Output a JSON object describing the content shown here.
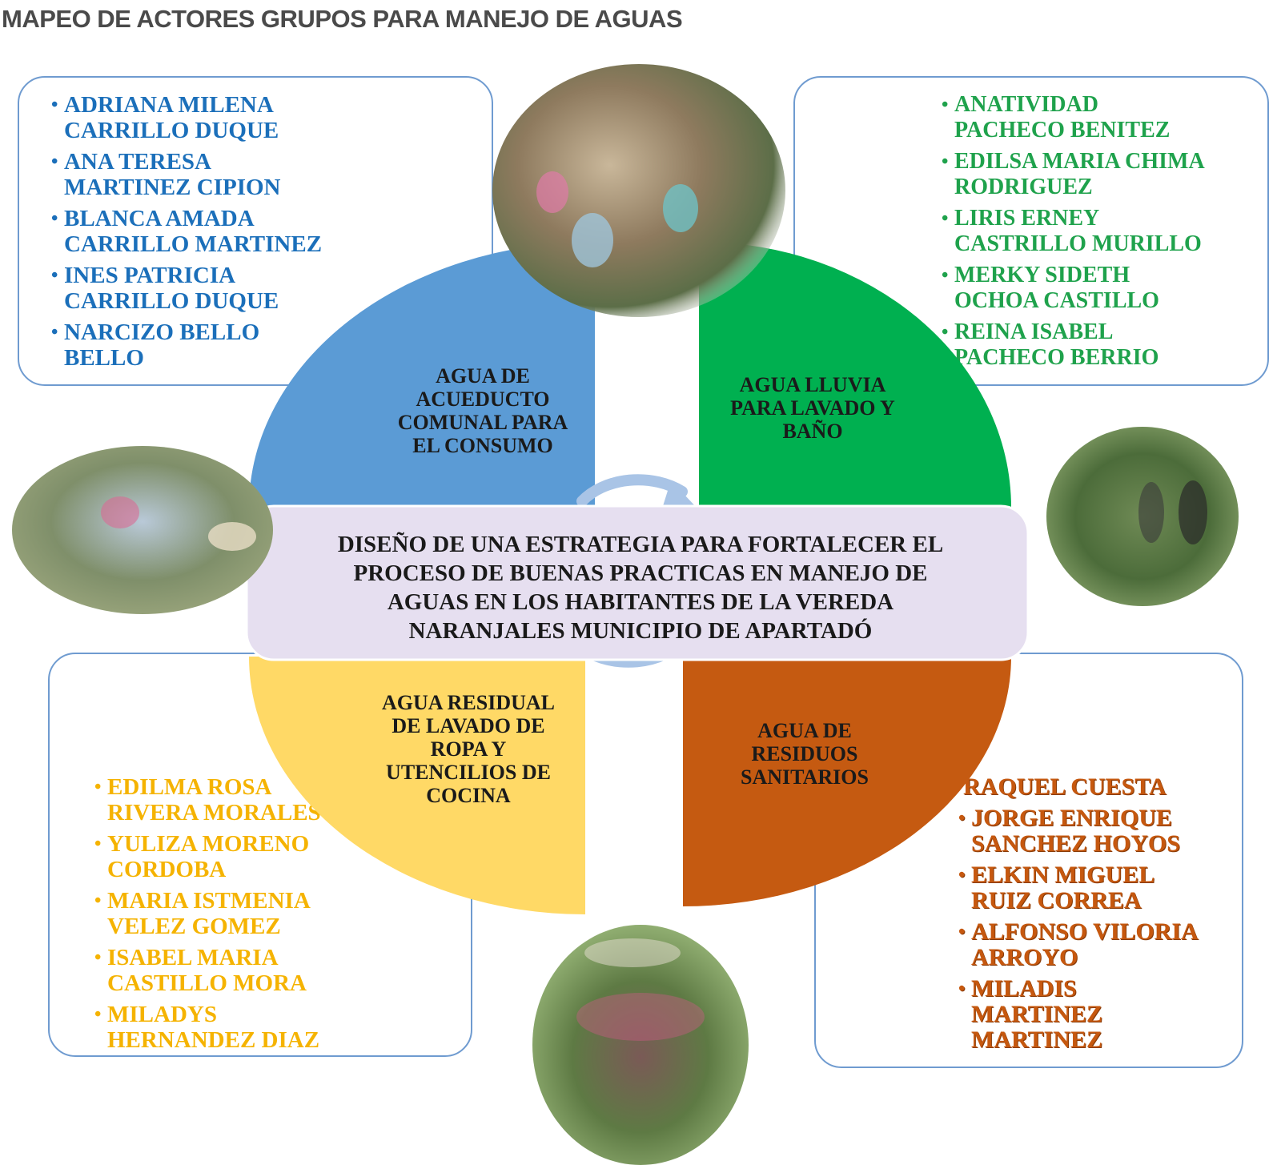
{
  "title": "MAPEO DE ACTORES GRUPOS PARA MANEJO DE AGUAS",
  "center": {
    "text": "DISEÑO DE UNA ESTRATEGIA PARA FORTALECER EL\nPROCESO DE BUENAS PRACTICAS EN MANEJO DE\nAGUAS EN LOS HABITANTES DE LA VEREDA\nNARANJALES MUNICIPIO DE APARTADÓ"
  },
  "quadrants": {
    "top_left": {
      "label": "AGUA DE\nACUEDUCTO\nCOMUNAL PARA\nEL CONSUMO",
      "color": "#5b9bd5"
    },
    "top_right": {
      "label": "AGUA LLUVIA\nPARA LAVADO Y\nBAÑO",
      "color": "#00b050"
    },
    "bottom_left": {
      "label": "AGUA RESIDUAL\nDE LAVADO DE\nROPA Y\nUTENCILIOS DE\nCOCINA",
      "color": "#ffd966"
    },
    "bottom_right": {
      "label": "AGUA DE\nRESIDUOS\nSANITARIOS",
      "color": "#c55a11"
    }
  },
  "groups": {
    "top_left": {
      "color": "#1b6fba",
      "members": [
        "ADRIANA MILENA\nCARRILLO DUQUE",
        "ANA TERESA\nMARTINEZ CIPION",
        "BLANCA AMADA\nCARRILLO MARTINEZ",
        "INES PATRICIA\nCARRILLO DUQUE",
        "NARCIZO  BELLO\nBELLO"
      ]
    },
    "top_right": {
      "color": "#1fa24c",
      "members": [
        "ANATIVIDAD\nPACHECO BENITEZ",
        "EDILSA MARIA CHIMA\nRODRIGUEZ",
        "LIRIS ERNEY\nCASTRILLO MURILLO",
        "MERKY SIDETH\nOCHOA CASTILLO",
        "REINA ISABEL\nPACHECO BERRIO"
      ]
    },
    "bottom_left": {
      "color": "#f5b301",
      "members": [
        "EDILMA ROSA\nRIVERA MORALES",
        "YULIZA MORENO\nCORDOBA",
        "MARIA ISTMENIA\nVELEZ GOMEZ",
        "ISABEL MARIA\nCASTILLO MORA",
        "MILADYS\nHERNANDEZ DIAZ"
      ]
    },
    "bottom_right": {
      "color": "#c6580f",
      "members": [
        "RAQUEL  CUESTA",
        "JORGE ENRIQUE\nSANCHEZ HOYOS",
        "ELKIN MIGUEL\nRUIZ CORREA",
        "ALFONSO  VILORIA\nARROYO",
        "MILADIS\nMARTINEZ\nMARTINEZ"
      ]
    }
  },
  "photos": [
    "community-meeting-photo",
    "group-working-photo",
    "young-men-photo",
    "outdoor-gathering-photo"
  ]
}
